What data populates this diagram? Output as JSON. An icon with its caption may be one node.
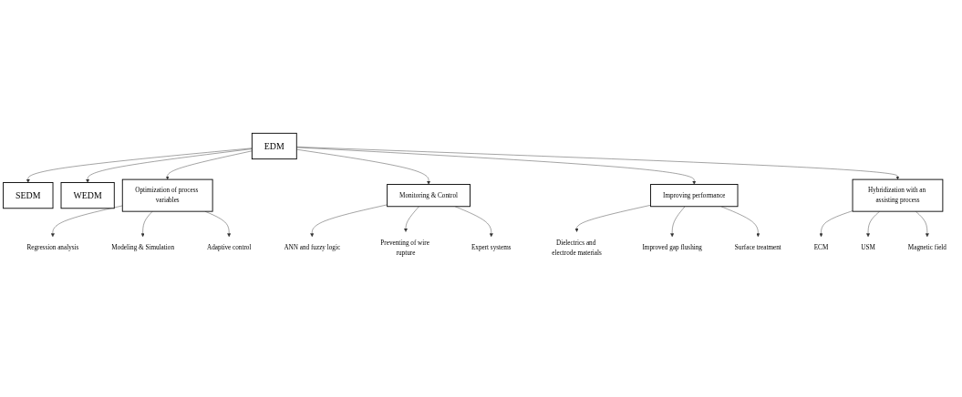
{
  "diagram": {
    "nodes": [
      {
        "text": [
          "SEDM"
        ]
      },
      {
        "text": [
          "EDM"
        ]
      },
      {
        "text": [
          "WEDM"
        ]
      },
      {
        "text": [
          "Optimization of process variables"
        ]
      },
      {
        "text": [
          "Monitoring & Control"
        ]
      },
      {
        "text": [
          "Improving performance"
        ]
      },
      {
        "text": [
          "Hybridization with an assisting process"
        ]
      },
      {
        "text": [
          "Regression analysis"
        ]
      },
      {
        "text": [
          "Modeling & Simulation"
        ]
      },
      {
        "text": [
          "Adaptive control"
        ]
      },
      {
        "text": [
          "ANN and fuzzy logic"
        ]
      },
      {
        "text": [
          "Preventing of wire rupture"
        ]
      },
      {
        "text": [
          "Expert systems"
        ]
      },
      {
        "text": [
          "Dielectrics and electrode materials"
        ]
      },
      {
        "text": [
          "Improved gap flushing"
        ]
      },
      {
        "text": [
          "Surface treatment"
        ]
      },
      {
        "text": [
          "ECM"
        ]
      },
      {
        "text": [
          "USM"
        ]
      },
      {
        "text": [
          "Magnetic field"
        ]
      }
    ],
    "edges": [
      {
        "from": 1,
        "to": 0,
        "arrow": "to"
      },
      {
        "from": 1,
        "to": 2,
        "arrow": "to"
      },
      {
        "from": 1,
        "to": 3,
        "arrow": "to"
      },
      {
        "from": 1,
        "to": 4,
        "arrow": "to"
      },
      {
        "from": 1,
        "to": 5,
        "arrow": "to"
      },
      {
        "from": 1,
        "to": 6,
        "arrow": "to"
      },
      {
        "from": 3,
        "to": 7,
        "arrow": "to"
      },
      {
        "from": 3,
        "to": 8,
        "arrow": "to"
      },
      {
        "from": 3,
        "to": 9,
        "arrow": "to"
      },
      {
        "from": 4,
        "to": 10,
        "arrow": "to"
      },
      {
        "from": 4,
        "to": 11,
        "arrow": "to"
      },
      {
        "from": 4,
        "to": 12,
        "arrow": "to"
      },
      {
        "from": 5,
        "to": 13,
        "arrow": "to"
      },
      {
        "from": 5,
        "to": 14,
        "arrow": "to"
      },
      {
        "from": 5,
        "to": 15,
        "arrow": "to"
      },
      {
        "from": 6,
        "to": 16,
        "arrow": "to"
      },
      {
        "from": 6,
        "to": 17,
        "arrow": "to"
      },
      {
        "from": 6,
        "to": 18,
        "arrow": "to"
      }
    ]
  }
}
